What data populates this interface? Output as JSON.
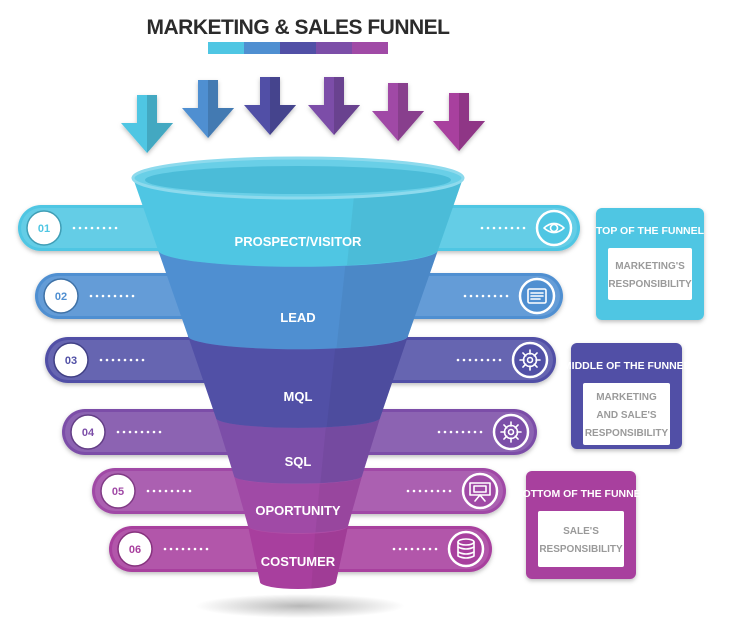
{
  "title": "MARKETING & SALES FUNNEL",
  "colors": {
    "stage1": "#4fc6e3",
    "stage2": "#4f8fd1",
    "stage3": "#5150a6",
    "stage4": "#7c4ea8",
    "stage5": "#a04aa6",
    "stage6": "#a83f9e",
    "title_text": "#2b2b2b",
    "muted_text": "#9a9a9a"
  },
  "arrows": [
    {
      "color": "#4fc6e3"
    },
    {
      "color": "#4f8fd1"
    },
    {
      "color": "#5150a6"
    },
    {
      "color": "#7c4ea8"
    },
    {
      "color": "#a04aa6"
    },
    {
      "color": "#a83f9e"
    }
  ],
  "stages": [
    {
      "number": "01",
      "label": "PROSPECT/VISITOR",
      "icon": "eye-icon",
      "color": "#4fc6e3"
    },
    {
      "number": "02",
      "label": "LEAD",
      "icon": "document-icon",
      "color": "#4f8fd1"
    },
    {
      "number": "03",
      "label": "MQL",
      "icon": "gear-icon",
      "color": "#5150a6"
    },
    {
      "number": "04",
      "label": "SQL",
      "icon": "gear-icon",
      "color": "#7c4ea8"
    },
    {
      "number": "05",
      "label": "OPORTUNITY",
      "icon": "presentation-icon",
      "color": "#a04aa6"
    },
    {
      "number": "06",
      "label": "COSTUMER",
      "icon": "database-icon",
      "color": "#a83f9e"
    }
  ],
  "cards": [
    {
      "title": "TOP OF THE FUNNEL",
      "body": [
        "MARKETING'S",
        "RESPONSIBILITY"
      ],
      "color": "#4fc6e3"
    },
    {
      "title": "MIDDLE OF THE FUNNEL",
      "body": [
        "MARKETING",
        "AND SALE'S",
        "RESPONSIBILITY"
      ],
      "color": "#5150a6"
    },
    {
      "title": "BOTTOM OF THE FUNNEL",
      "body": [
        "SALE'S",
        "RESPONSIBILITY"
      ],
      "color": "#a83f9e"
    }
  ]
}
